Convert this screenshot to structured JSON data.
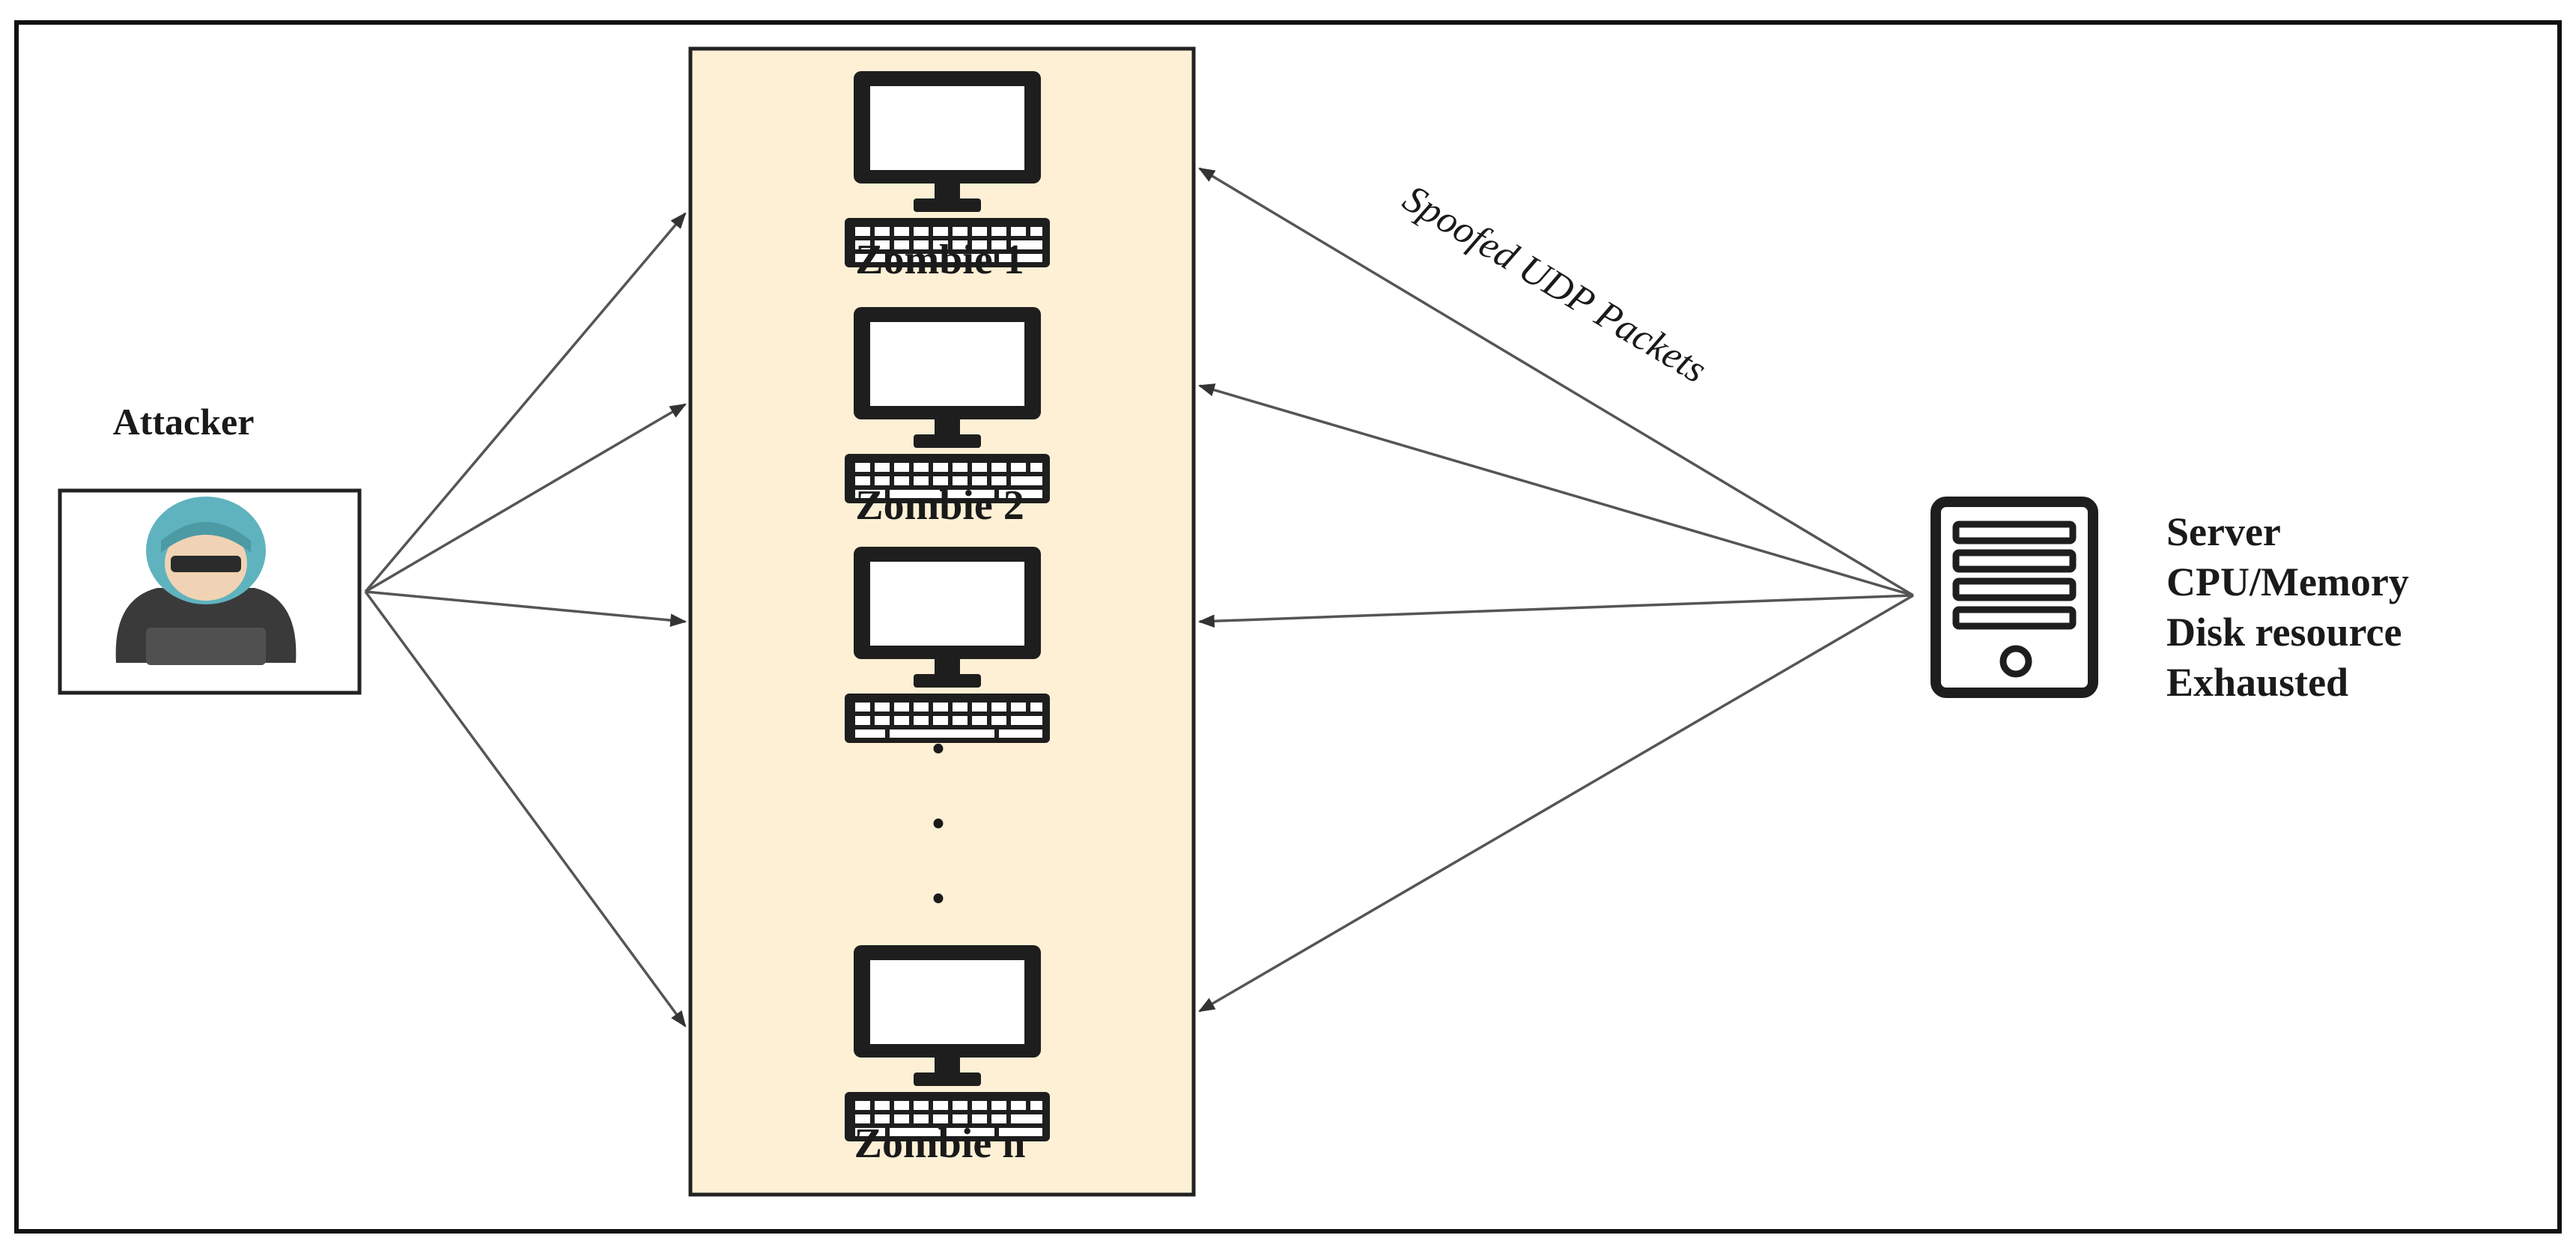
{
  "attacker": {
    "label": "Attacker",
    "icon": "hacker-icon"
  },
  "zombies": [
    {
      "label": "Zombie 1",
      "icon": "computer-icon"
    },
    {
      "label": "Zombie 2",
      "icon": "computer-icon"
    },
    {
      "label": "",
      "icon": "computer-icon"
    },
    {
      "label": "Zombie n",
      "icon": "computer-icon"
    }
  ],
  "ellipsis": ".",
  "server": {
    "icon": "server-tower-icon",
    "lines": [
      "Server",
      "CPU/Memory",
      "Disk resource",
      "Exhausted"
    ]
  },
  "edge_label": "Spoofed UDP Packets",
  "colors": {
    "zombie_panel_fill": "#fdf0d5",
    "frame": "#111111",
    "hood": "#5fb3be",
    "arrow": "#555555"
  }
}
